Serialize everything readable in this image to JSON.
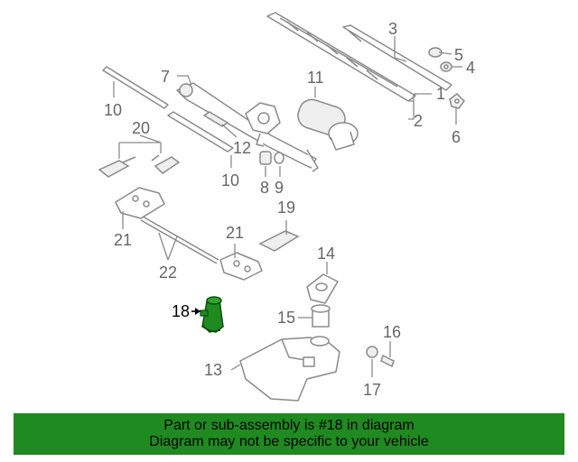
{
  "callouts": {
    "c1": "1",
    "c2": "2",
    "c3": "3",
    "c4": "4",
    "c5": "5",
    "c6": "6",
    "c7": "7",
    "c8": "8",
    "c9": "9",
    "c10a": "10",
    "c10b": "10",
    "c11": "11",
    "c12": "12",
    "c13": "13",
    "c14": "14",
    "c15": "15",
    "c16": "16",
    "c17": "17",
    "c18": "18",
    "c19": "19",
    "c20": "20",
    "c21a": "21",
    "c21b": "21",
    "c22": "22"
  },
  "highlight": {
    "part": "18",
    "color": "#1f8a1f"
  },
  "banner": {
    "line1": "Part or sub-assembly is #18 in diagram",
    "line2": "Diagram may not be specific to your vehicle"
  }
}
